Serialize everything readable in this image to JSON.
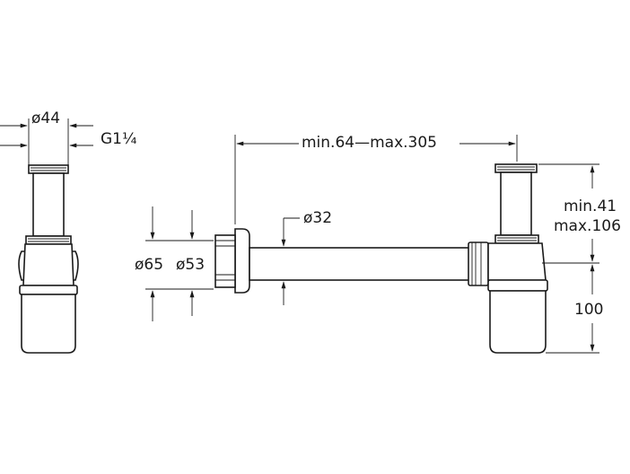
{
  "dimensions": {
    "side_diameter": "ø44",
    "thread": "G1¼",
    "length_range": "min.64—max.305",
    "pipe_diameter": "ø32",
    "outer_diameter": "ø65",
    "inner_diameter": "ø53",
    "height_min": "min.41",
    "height_max": "max.106",
    "outlet_height": "100"
  }
}
